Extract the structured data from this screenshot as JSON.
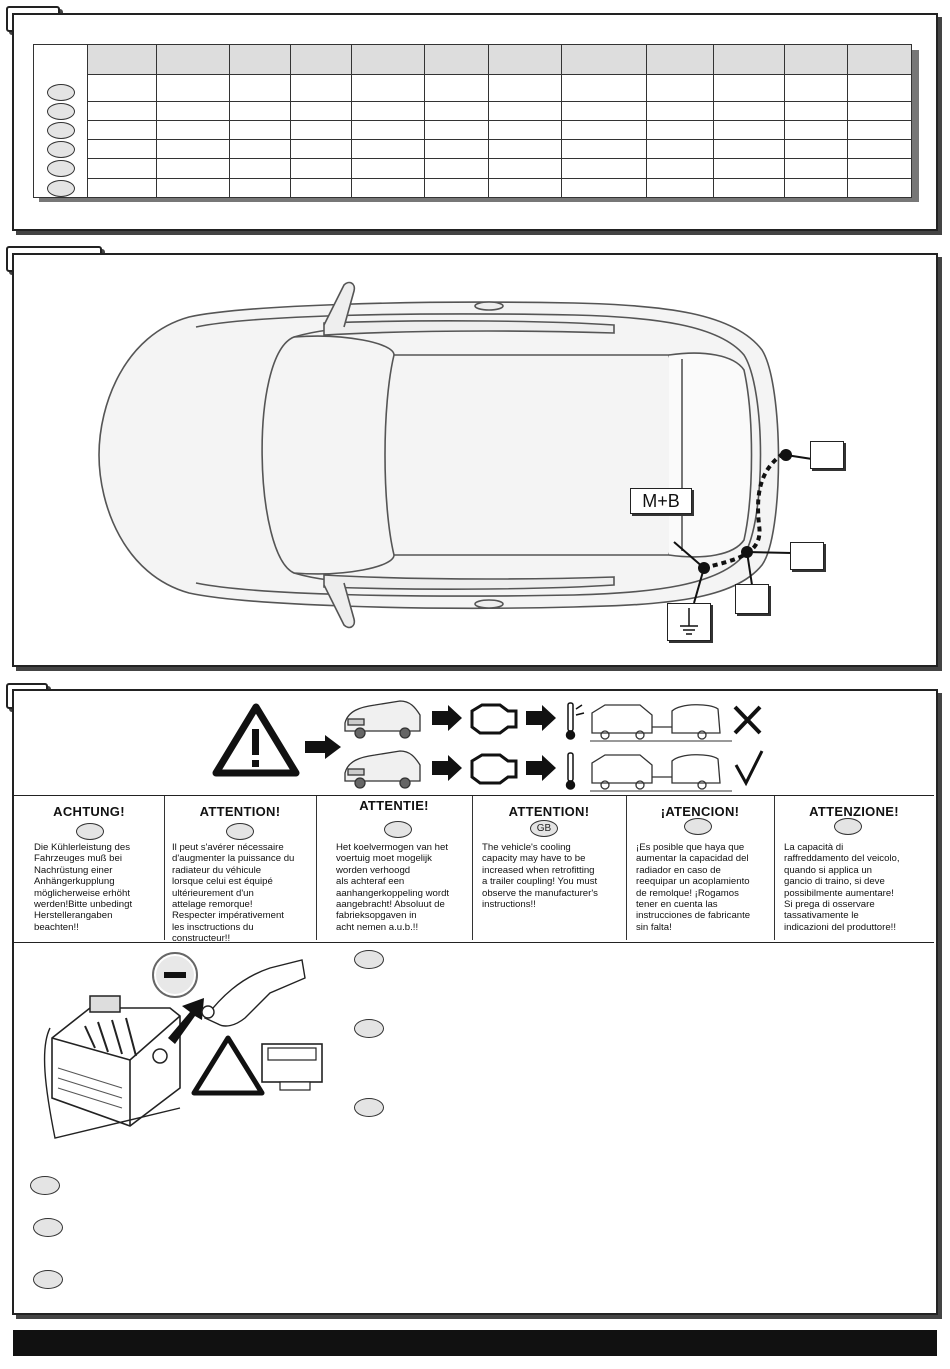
{
  "section1": {
    "table": {
      "row_count": 6,
      "column_count": 13
    }
  },
  "section2": {
    "connector_label": "M+B",
    "icons": [
      "car-top-view",
      "ground-icon",
      "cable-route"
    ]
  },
  "section3": {
    "warnings": [
      {
        "title": "ACHTUNG!",
        "badge": "",
        "text": "Die Kühlerleistung des\nFahrzeuges muß bei\nNachrüstung einer\nAnhängerkupplung\nmöglicherweise erhöht\nwerden!Bitte unbedingt\nHerstellerangaben\nbeachten!!"
      },
      {
        "title": "ATTENTION!",
        "badge": "",
        "text": "Il peut s'avérer nécessaire\nd'augmenter la puissance du\nradiateur du véhicule\nlorsque celui est équipé\nultérieurement d'un\nattelage remorque!\nRespecter impérativement\nles insctructions du\nconstructeur!!"
      },
      {
        "title": "ATTENTIE!",
        "badge": "",
        "text": "Het koelvermogen van het\nvoertuig moet mogelijk\nworden verhoogd\nals achteraf een\naanhangerkoppeling wordt\naangebracht! Absoluut de\nfabrieksopgaven in\nacht nemen a.u.b.!!"
      },
      {
        "title": "ATTENTION!",
        "badge": "GB",
        "text": "The vehicle's cooling\ncapacity may have to be\nincreased when retrofitting\na trailer coupling! You must\nobserve the manufacturer's\ninstructions!!"
      },
      {
        "title": "¡ATENCION!",
        "badge": "",
        "text": "¡Es posible que haya que\naumentar la capacidad del\nradiador en caso de\nreequipar un acoplamiento\nde remolque! ¡Rogamos\ntener en cuenta las\ninstrucciones de fabricante\nsin falta!"
      },
      {
        "title": "ATTENZIONE!",
        "badge": "",
        "text": "La capacità di\nraffreddamento del veicolo,\nquando si applica un\ngancio di traino, si deve\npossibilmente aumentare!\nSi prega di osservare\ntassativamente le\nindicazioni del produttore!!"
      }
    ]
  }
}
